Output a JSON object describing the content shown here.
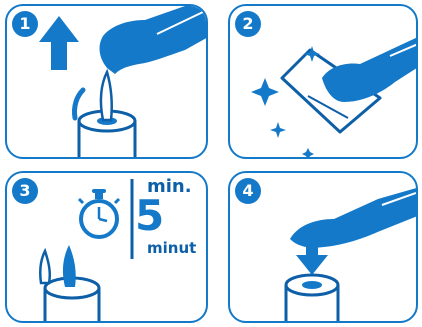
{
  "steps": [
    {
      "number": "1",
      "icons": [
        "arrow-up-icon",
        "hand-icon",
        "roll-icon",
        "tissue-icon"
      ]
    },
    {
      "number": "2",
      "icons": [
        "hand-icon",
        "wipe-icon",
        "sparkle-icon"
      ]
    },
    {
      "number": "3",
      "icons": [
        "stopwatch-icon",
        "roll-icon",
        "tissue-icon"
      ]
    },
    {
      "number": "4",
      "icons": [
        "hand-icon",
        "arrow-down-icon",
        "roll-icon"
      ]
    }
  ],
  "timer": {
    "prefix": "min.",
    "value": "5",
    "unit": "minut"
  },
  "colors": {
    "primary": "#1479c9",
    "dark": "#0d5fa8",
    "background": "#ffffff"
  }
}
